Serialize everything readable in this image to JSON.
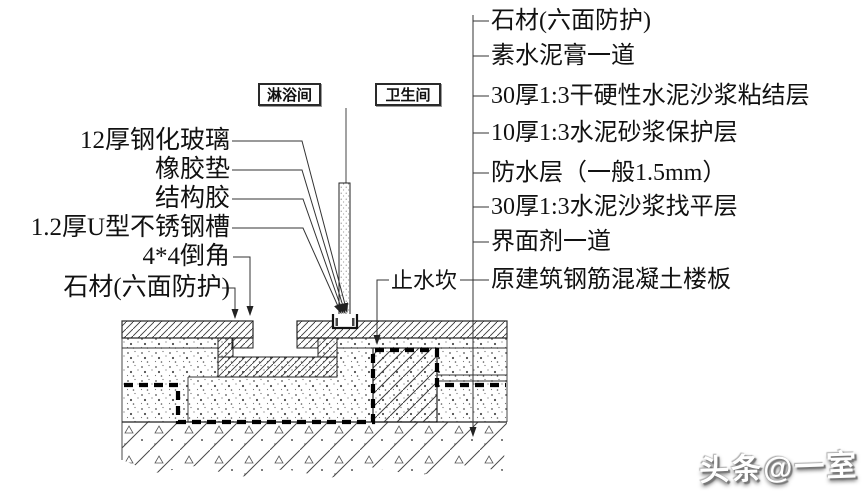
{
  "drawing_type": "architectural-waterproofing-detail-section",
  "rooms": [
    {
      "label": "淋浴间"
    },
    {
      "label": "卫生间"
    }
  ],
  "labels_left": [
    {
      "text": "12厚钢化玻璃"
    },
    {
      "text": "橡胶垫"
    },
    {
      "text": "结构胶"
    },
    {
      "text": "1.2厚U型不锈钢槽"
    },
    {
      "text": "4*4倒角"
    },
    {
      "text": "石材(六面防护)"
    }
  ],
  "labels_right": [
    {
      "text": "石材(六面防护)"
    },
    {
      "text": "素水泥膏一道"
    },
    {
      "text": "30厚1:3干硬性水泥沙浆粘结层"
    },
    {
      "text": "10厚1:3水泥砂浆保护层"
    },
    {
      "text": "防水层（一般1.5mm）"
    },
    {
      "text": "30厚1:3水泥沙浆找平层"
    },
    {
      "text": "界面剂一道"
    },
    {
      "text": "原建筑钢筋混凝土楼板"
    }
  ],
  "label_mid": {
    "text": "止水坎"
  },
  "watermark": {
    "text": "头条@一室"
  },
  "colors": {
    "background": "#ffffff",
    "line": "#1a1a1a",
    "hatch": "#444444",
    "speckle": "#555555",
    "watermark_fill": "#ffffff",
    "watermark_shadow": "#777777"
  }
}
